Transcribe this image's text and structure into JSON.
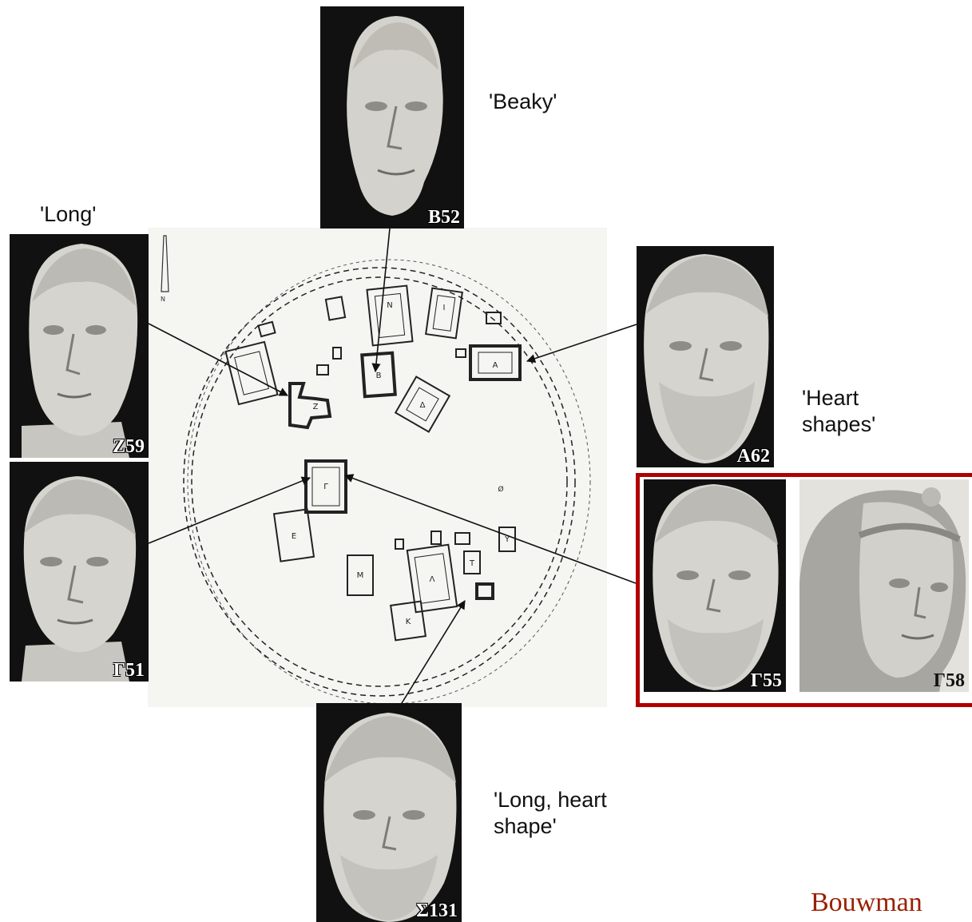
{
  "heads": {
    "b52": {
      "code": "B52",
      "icon": "sculpted-head-beaky"
    },
    "z59": {
      "code": "Z59",
      "icon": "sculpted-head-long"
    },
    "g51": {
      "code": "Γ51",
      "icon": "sculpted-head"
    },
    "a62": {
      "code": "A62",
      "icon": "sculpted-head-bearded"
    },
    "g55": {
      "code": "Γ55",
      "icon": "sculpted-head-bearded"
    },
    "g58": {
      "code": "Γ58",
      "icon": "sculpted-head-female"
    },
    "s131": {
      "code": "Σ131",
      "icon": "sculpted-head-bearded"
    }
  },
  "labels": {
    "beaky": "'Beaky'",
    "long": "'Long'",
    "heart_line1": "'Heart",
    "heart_line2": "shapes'",
    "long_heart_line1": "'Long, heart",
    "long_heart_line2": "shape'"
  },
  "plan_letters": [
    "N",
    "I",
    "B",
    "A",
    "Δ",
    "Z",
    "Γ",
    "E",
    "M",
    "Λ",
    "T",
    "K",
    "Y"
  ],
  "credit": "Bouwman",
  "colors": {
    "highlight_frame": "#b00000",
    "credit_text": "#9a2000"
  }
}
